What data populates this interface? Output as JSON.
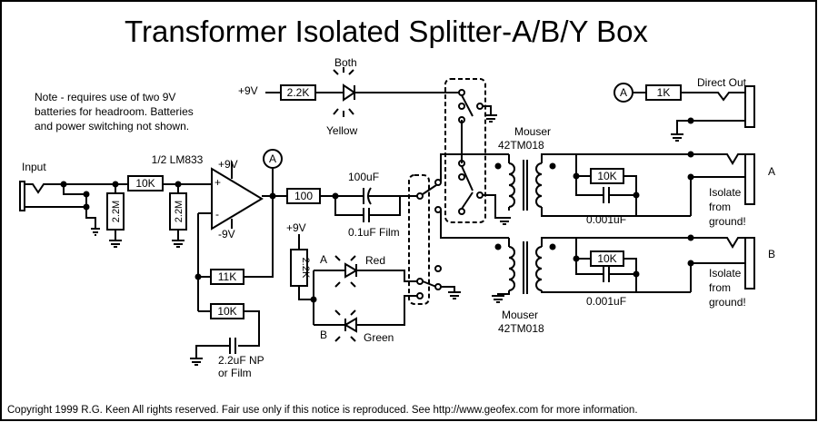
{
  "title": "Transformer Isolated Splitter-A/B/Y Box",
  "note": {
    "line1": "Note - requires use of two 9V",
    "line2": "batteries for headroom. Batteries",
    "line3": "and power switching not shown."
  },
  "labels": {
    "input": "Input",
    "opamp": "1/2 LM833",
    "plus9_op": "+9V",
    "minus9_op": "-9V",
    "opamp_plus": "+",
    "opamp_minus": "-",
    "node_a": "A",
    "node_a_direct": "A",
    "r_in": "10K",
    "r_bias1": "2.2M",
    "r_bias2": "2.2M",
    "r_fb": "11K",
    "r_gain": "10K",
    "cap_gain_line1": "2.2uF NP",
    "cap_gain_line2": "or Film",
    "r_out": "100",
    "cap_out_big": "100uF",
    "cap_out_film": "0.1uF Film",
    "plus9_led": "+9V",
    "r_led_top": "2.2K",
    "led_both": "Both",
    "led_yellow": "Yellow",
    "plus9_led2": "+9V",
    "r_led_mid": "2.2K",
    "led_red": "Red",
    "led_green": "Green",
    "sw_a": "A",
    "sw_b": "B",
    "mouser_top_1": "Mouser",
    "mouser_top_2": "42TM018",
    "mouser_bot_1": "Mouser",
    "mouser_bot_2": "42TM018",
    "r_direct": "1K",
    "direct_out": "Direct Out",
    "r_out_a": "10K",
    "cap_out_a": "0.001uF",
    "r_out_b": "10K",
    "cap_out_b": "0.001uF",
    "out_a": "A",
    "out_b": "B",
    "isolate_a_1": "Isolate",
    "isolate_a_2": "from",
    "isolate_a_3": "ground!",
    "isolate_b_1": "Isolate",
    "isolate_b_2": "from",
    "isolate_b_3": "ground!"
  },
  "footer": "Copyright 1999 R.G. Keen All rights reserved. Fair use only if this notice is reproduced. See http://www.geofex.com for more information."
}
